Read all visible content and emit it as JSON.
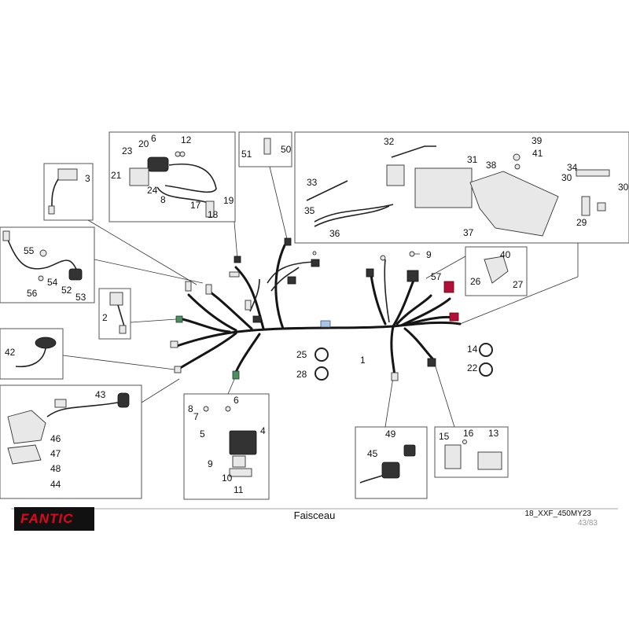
{
  "footer": {
    "title": "Faisceau",
    "reference": "18_XXF_450MY23",
    "page": "43/83",
    "brand": "FANTIC",
    "brand_color": "#e3051b"
  },
  "labels": {
    "n1": "1",
    "n2": "2",
    "n3": "3",
    "n4": "4",
    "n5": "5",
    "n6": "6",
    "n6b": "6",
    "n7": "7",
    "n8": "8",
    "n8b": "8",
    "n9": "9",
    "n9b": "9",
    "n10": "10",
    "n11": "11",
    "n12": "12",
    "n13": "13",
    "n14": "14",
    "n15": "15",
    "n16": "16",
    "n17": "17",
    "n18": "18",
    "n19": "19",
    "n20": "20",
    "n21": "21",
    "n22": "22",
    "n23": "23",
    "n24": "24",
    "n25": "25",
    "n26": "26",
    "n27": "27",
    "n28": "28",
    "n29": "29",
    "n30": "30",
    "n30b": "30",
    "n31": "31",
    "n32": "32",
    "n33": "33",
    "n34": "34",
    "n35": "35",
    "n36": "36",
    "n37": "37",
    "n38": "38",
    "n39": "39",
    "n40": "40",
    "n41": "41",
    "n42": "42",
    "n43": "43",
    "n44": "44",
    "n45": "45",
    "n46": "46",
    "n47": "47",
    "n48": "48",
    "n49": "49",
    "n50": "50",
    "n51": "51",
    "n52": "52",
    "n53": "53",
    "n54": "54",
    "n55": "55",
    "n56": "56",
    "n57": "57"
  },
  "colors": {
    "connector_red": "#b0103a",
    "connector_green": "#4d8f5a",
    "connector_blue": "#a9c6e8"
  }
}
